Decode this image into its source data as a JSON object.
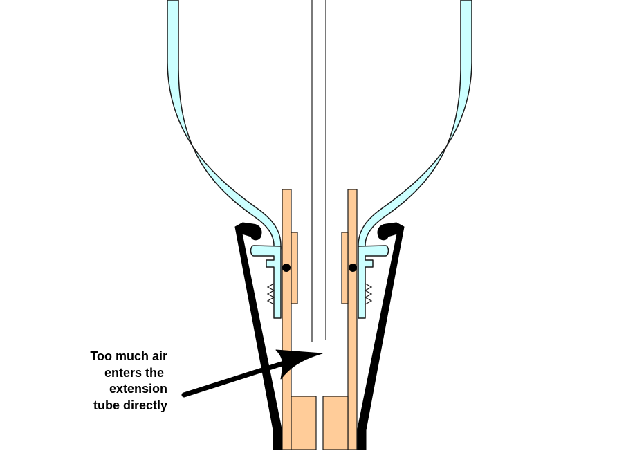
{
  "annotation": {
    "lines": [
      "Too much air",
      "enters the ",
      "extension",
      "tube directly"
    ]
  },
  "colors": {
    "glass_fill": "#ccffff",
    "glass_stroke": "#1a1a1a",
    "tube_fill": "#ffcc99",
    "tube_stroke": "#1a1a1a",
    "black": "#000000",
    "background": "#ffffff"
  }
}
